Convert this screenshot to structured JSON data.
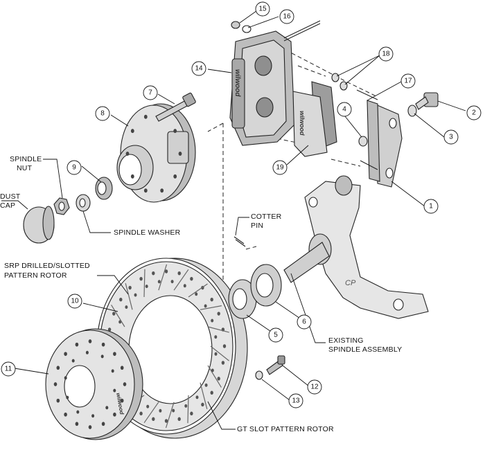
{
  "callouts": [
    "15",
    "16",
    "18",
    "17",
    "2",
    "3",
    "4",
    "1",
    "14",
    "19",
    "7",
    "8",
    "9",
    "5",
    "6",
    "10",
    "11",
    "12",
    "13"
  ],
  "labels": {
    "spindle_nut_line1": "SPINDLE",
    "spindle_nut_line2": "NUT",
    "dust_cap_line1": "DUST",
    "dust_cap_line2": "CAP",
    "spindle_washer": "SPINDLE WASHER",
    "cotter_pin_line1": "COTTER",
    "cotter_pin_line2": "PIN",
    "srp_rotor_line1": "SRP DRILLED/SLOTTED",
    "srp_rotor_line2": "PATTERN ROTOR",
    "existing_spindle_line1": "EXISTING",
    "existing_spindle_line2": "SPINDLE ASSEMBLY",
    "gt_slot_rotor": "GT SLOT PATTERN ROTOR"
  },
  "brand": {
    "caliper_text": "wilwood",
    "pad_text": "wilwood",
    "hat_text": "wilwood",
    "spindle_mark": "CP"
  }
}
